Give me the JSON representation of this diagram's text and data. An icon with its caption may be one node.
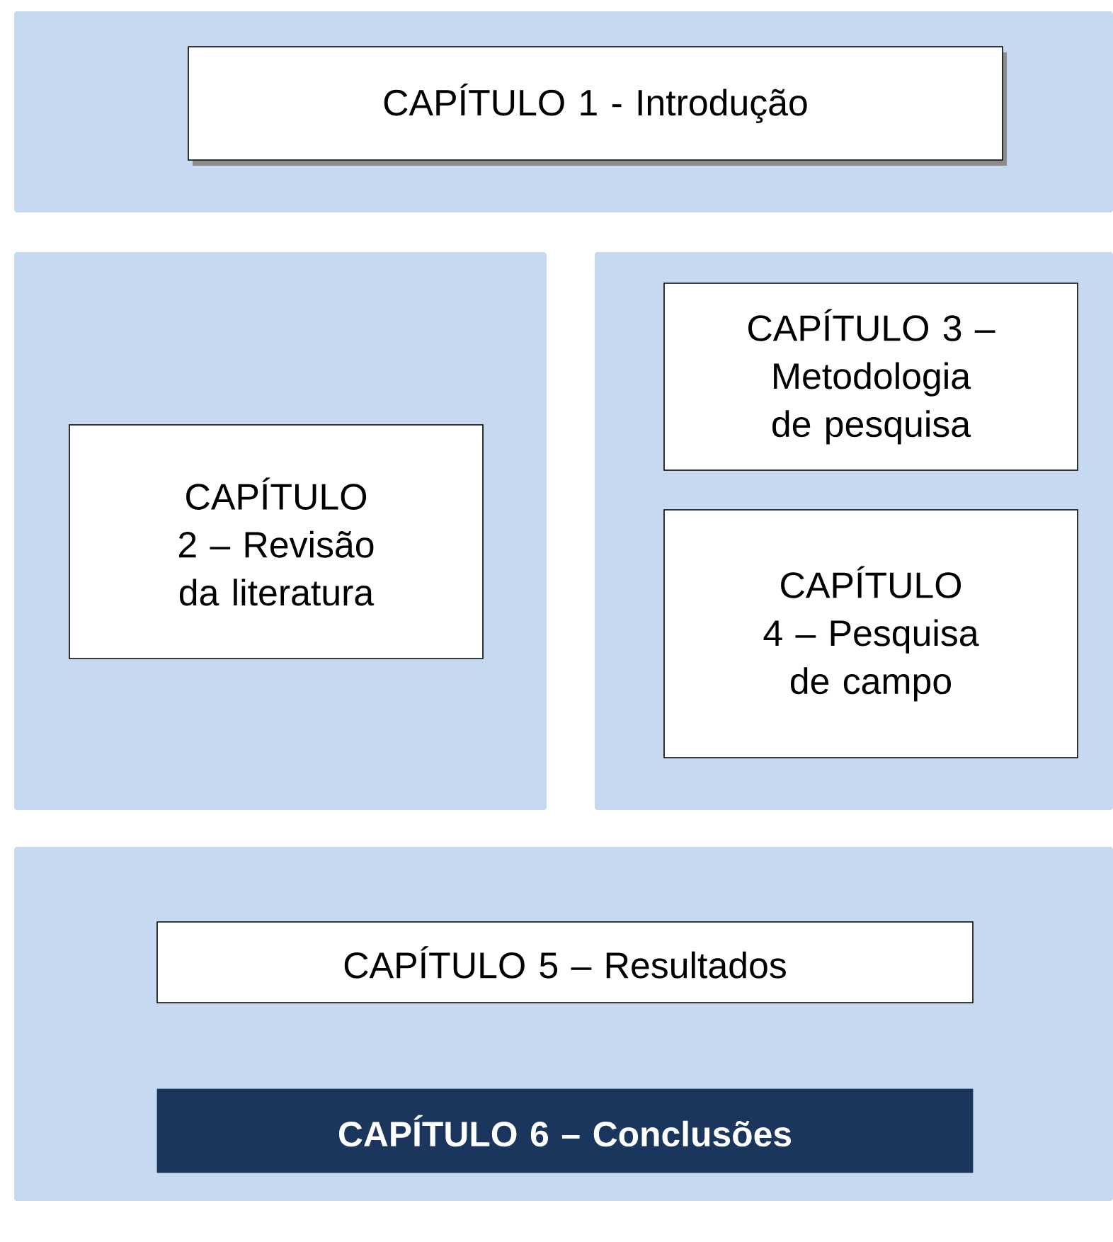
{
  "diagram": {
    "nodes": [
      {
        "text": [],
        "shape": "box"
      },
      {
        "text": [
          "CAPÍTULO 1 - Introdução"
        ],
        "in": 0
      },
      {
        "text": [],
        "shape": "box"
      },
      {
        "text": [
          "CAPÍTULO 2 – Revisão da literatura"
        ],
        "in": 2
      },
      {
        "text": [],
        "shape": "box"
      },
      {
        "text": [
          "CAPÍTULO 3 – Metodologia de pesquisa"
        ],
        "in": 4
      },
      {
        "text": [
          "CAPÍTULO 4 – Pesquisa de campo"
        ],
        "in": 4
      },
      {
        "text": [],
        "shape": "box"
      },
      {
        "text": [
          "CAPÍTULO 5 – Resultados"
        ],
        "in": 7
      },
      {
        "text": [
          "CAPÍTULO 6 – Conclusões"
        ],
        "in": 7
      }
    ]
  }
}
